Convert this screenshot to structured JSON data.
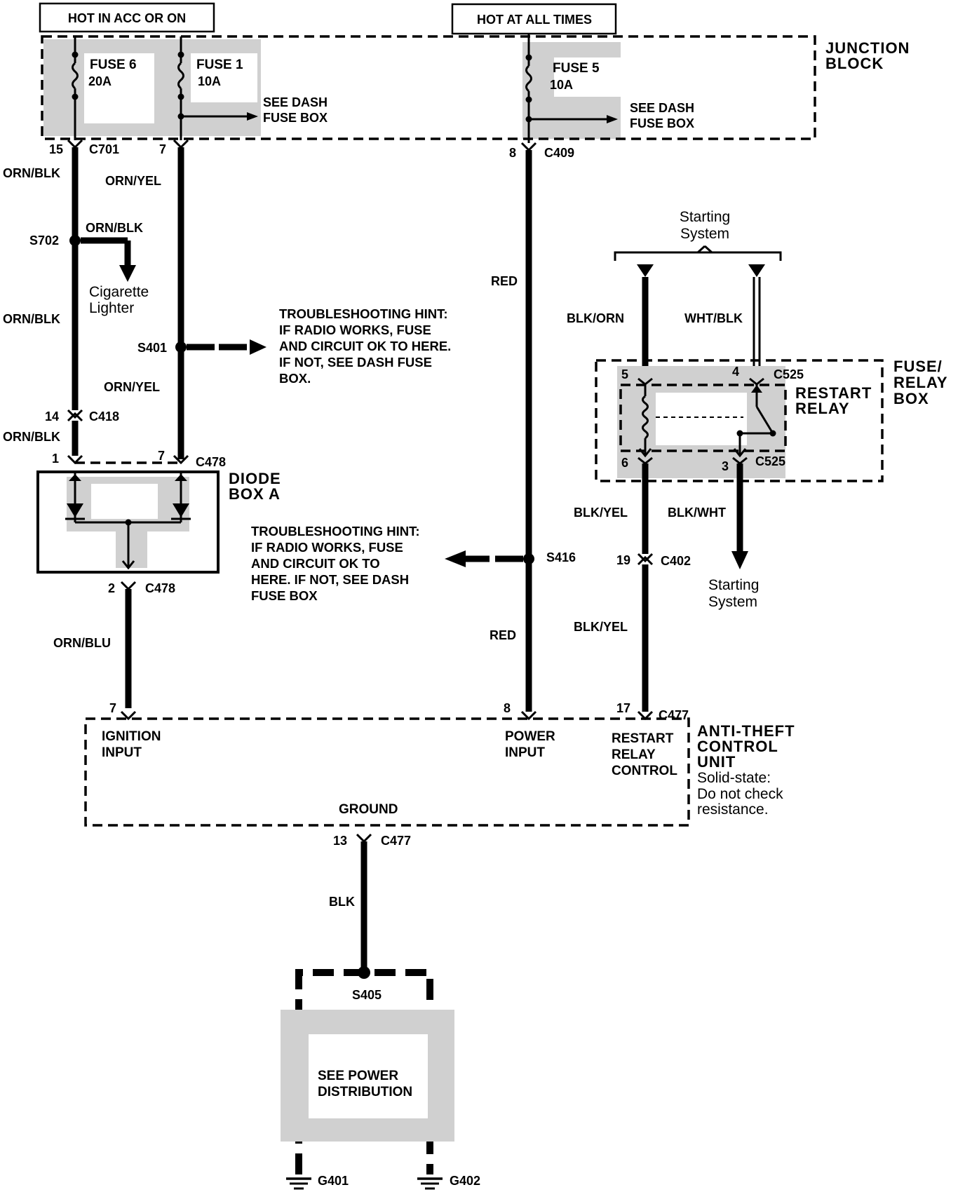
{
  "headers": {
    "hot_acc": "HOT IN ACC OR ON",
    "hot_all": "HOT AT ALL TIMES"
  },
  "junction_block": {
    "title_line1": "JUNCTION",
    "title_line2": "BLOCK",
    "fuse6_name": "FUSE 6",
    "fuse6_rating": "20A",
    "fuse1_name": "FUSE 1",
    "fuse1_rating": "10A",
    "fuse5_name": "FUSE 5",
    "fuse5_rating": "10A",
    "see_dash_1a": "SEE DASH",
    "see_dash_1b": "FUSE BOX",
    "see_dash_2a": "SEE DASH",
    "see_dash_2b": "FUSE BOX"
  },
  "connectors": {
    "c701_pin15": "15",
    "c701": "C701",
    "c701_pin7": "7",
    "c409_pin8": "8",
    "c409": "C409",
    "s702": "S702",
    "s401": "S401",
    "c418_pin14": "14",
    "c418": "C418",
    "c478_pin1": "1",
    "c478_pin7": "7",
    "c478_top": "C478",
    "c478_pin2": "2",
    "c478_bot": "C478",
    "s416": "S416",
    "c525_pin5": "5",
    "c525_pin4": "4",
    "c525_top": "C525",
    "c525_pin6": "6",
    "c525_pin3": "3",
    "c525_bot": "C525",
    "c402_pin19": "19",
    "c402": "C402",
    "c477_pin7": "7",
    "c477_pin8": "8",
    "c477_pin17": "17",
    "c477_top": "C477",
    "c477_pin13": "13",
    "c477_bot": "C477",
    "s405": "S405",
    "g401": "G401",
    "g402": "G402"
  },
  "wires": {
    "orn_blk_1": "ORN/BLK",
    "orn_blk_2": "ORN/BLK",
    "orn_blk_3": "ORN/BLK",
    "orn_blk_4": "ORN/BLK",
    "orn_yel_1": "ORN/YEL",
    "orn_yel_2": "ORN/YEL",
    "orn_blu": "ORN/BLU",
    "red_1": "RED",
    "red_2": "RED",
    "blk_orn": "BLK/ORN",
    "wht_blk": "WHT/BLK",
    "blk_yel_1": "BLK/YEL",
    "blk_wht": "BLK/WHT",
    "blk_yel_2": "BLK/YEL",
    "blk": "BLK"
  },
  "components": {
    "cigarette_1": "Cigarette",
    "cigarette_2": "Lighter",
    "diode_1": "DIODE",
    "diode_2": "BOX A",
    "starting_top_1": "Starting",
    "starting_top_2": "System",
    "starting_bot_1": "Starting",
    "starting_bot_2": "System",
    "fuse_relay_1": "FUSE/",
    "fuse_relay_2": "RELAY",
    "fuse_relay_3": "BOX",
    "restart_1": "RESTART",
    "restart_2": "RELAY"
  },
  "hints": {
    "hint1": [
      "TROUBLESHOOTING HINT:",
      "IF RADIO WORKS, FUSE",
      "AND CIRCUIT OK TO HERE.",
      "IF NOT, SEE DASH FUSE",
      "BOX."
    ],
    "hint2": [
      "TROUBLESHOOTING HINT:",
      "IF RADIO WORKS, FUSE",
      "AND CIRCUIT OK TO",
      "HERE.  IF NOT, SEE DASH",
      "FUSE BOX"
    ]
  },
  "control_unit": {
    "ignition_1": "IGNITION",
    "ignition_2": "INPUT",
    "power_1": "POWER",
    "power_2": "INPUT",
    "restart_1": "RESTART",
    "restart_2": "RELAY",
    "restart_3": "CONTROL",
    "ground": "GROUND",
    "title_1": "ANTI-THEFT",
    "title_2": "CONTROL",
    "title_3": "UNIT",
    "note_1": "Solid-state:",
    "note_2": "Do not check",
    "note_3": "resistance."
  },
  "power_dist": {
    "line1": "SEE POWER",
    "line2": "DISTRIBUTION"
  }
}
